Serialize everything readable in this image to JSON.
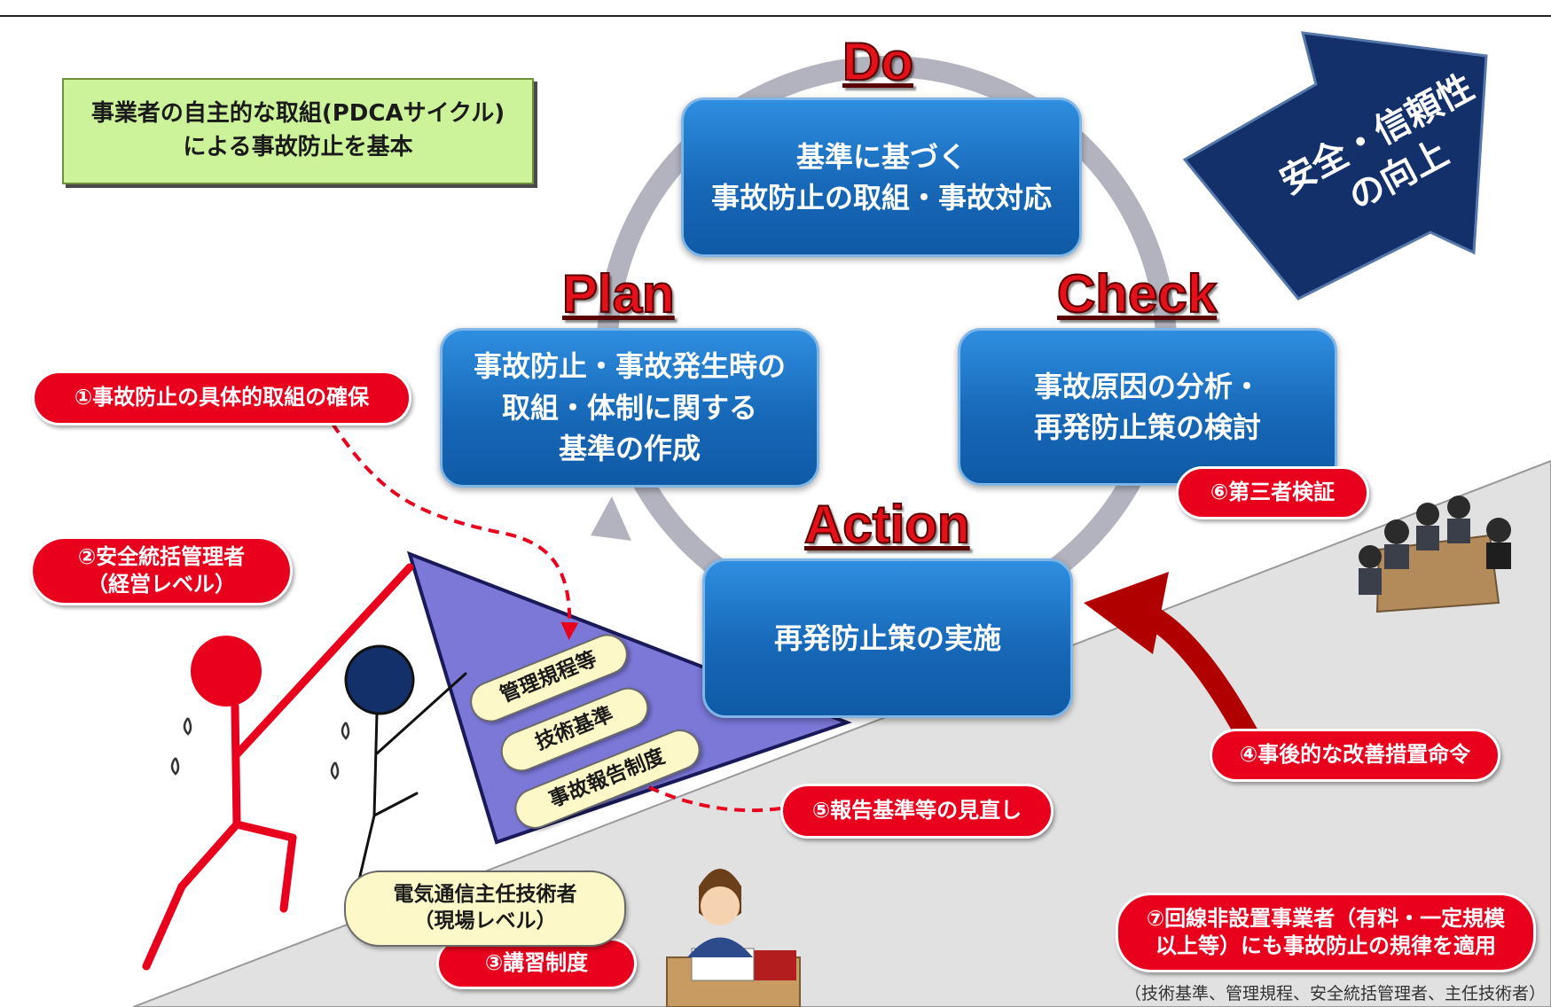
{
  "header_box": {
    "line1": "事業者の自主的な取組(PDCAサイクル)",
    "line2": "による事故防止を基本"
  },
  "pdca": {
    "do_label": "Do",
    "plan_label": "Plan",
    "check_label": "Check",
    "action_label": "Action",
    "do_box": {
      "line1": "基準に基づく",
      "line2": "事故防止の取組・事故対応"
    },
    "plan_box": {
      "line1": "事故防止・事故発生時の",
      "line2": "取組・体制に関する",
      "line3": "基準の作成"
    },
    "check_box": {
      "line1": "事故原因の分析・",
      "line2": "再発防止策の検討"
    },
    "action_box": {
      "line1": "再発防止策の実施"
    }
  },
  "big_arrow": {
    "line1": "安全・信頼性",
    "line2": "の向上"
  },
  "measures": {
    "m1": "①事故防止の具体的取組の確保",
    "m2_line1": "②安全統括管理者",
    "m2_line2": "（経営レベル）",
    "m3": "③講習制度",
    "m4": "④事後的な改善措置命令",
    "m5": "⑤報告基準等の見直し",
    "m6": "⑥第三者検証",
    "m7_line1": "⑦回線非設置事業者（有料・一定規模",
    "m7_line2": "以上等）にも事故防止の規律を適用"
  },
  "engineer_box": {
    "line1": "電気通信主任技術者",
    "line2": "（現場レベル）"
  },
  "triangle_items": [
    "管理規程等",
    "技術基準",
    "事故報告制度"
  ],
  "footnote": "（技術基準、管理規程、安全統括管理者、主任技術者）",
  "colors": {
    "red": "#e8001c",
    "blue_box": "#1768b8",
    "navy_arrow": "#0f2f6b",
    "green_box": "#cdf39a",
    "triangle": "#7b78d8",
    "slope": "#e1e1e1"
  }
}
